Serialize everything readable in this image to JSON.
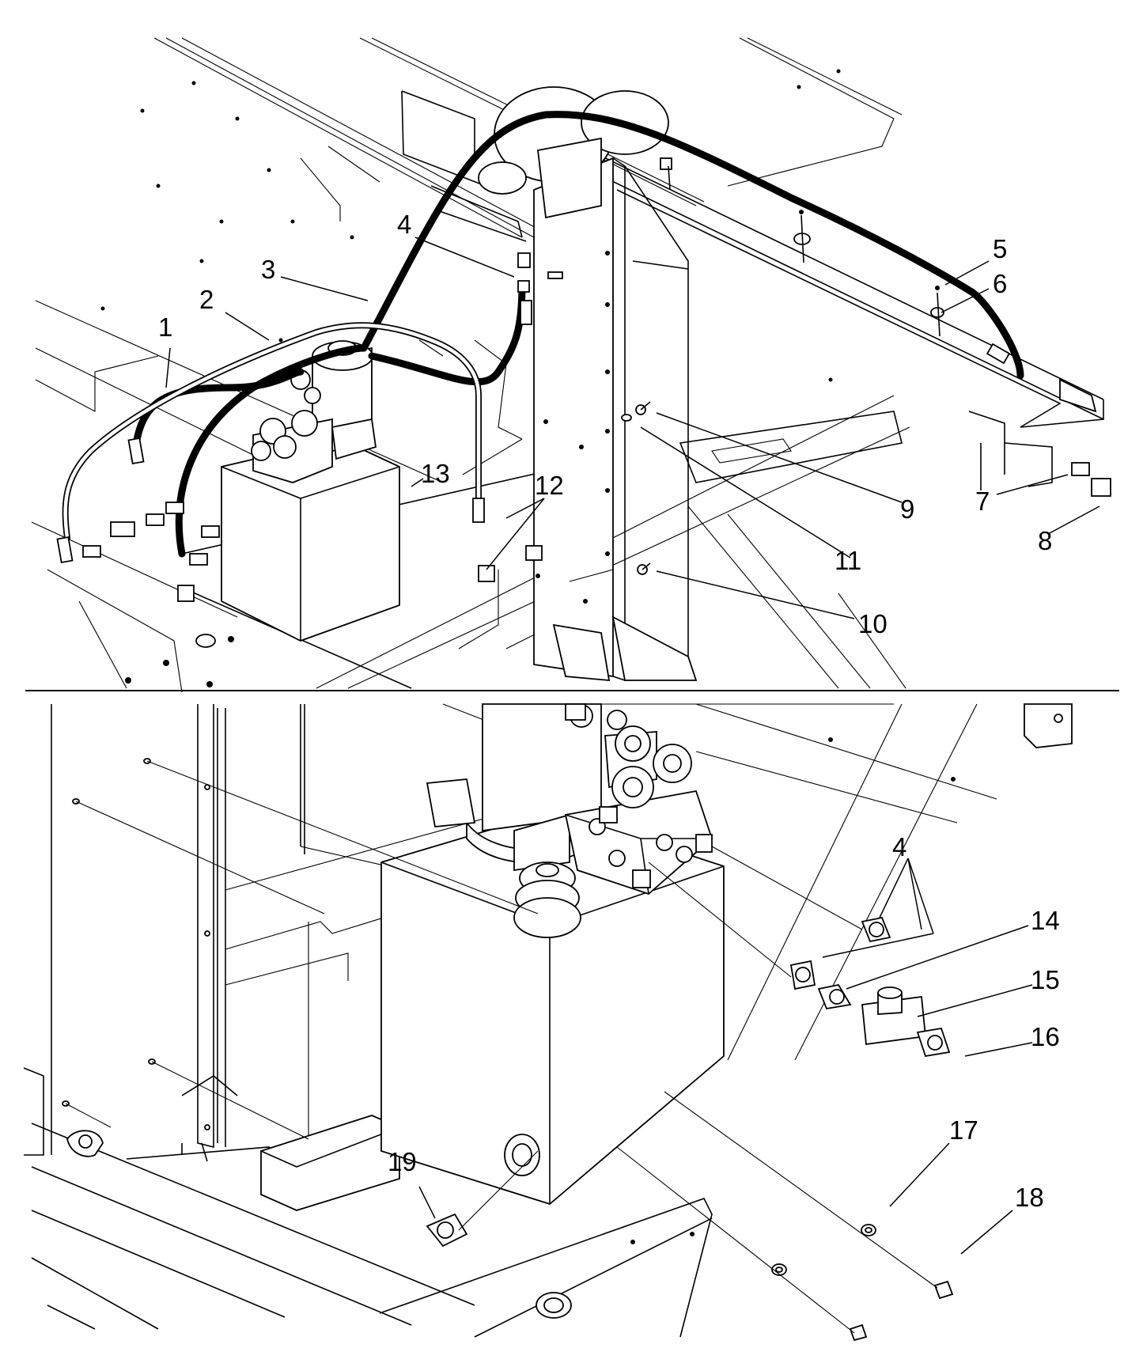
{
  "diagram": {
    "upper_view": {
      "callouts": [
        {
          "id": "c1",
          "text": "1"
        },
        {
          "id": "c2",
          "text": "2"
        },
        {
          "id": "c3",
          "text": "3"
        },
        {
          "id": "c4",
          "text": "4"
        },
        {
          "id": "c5",
          "text": "5"
        },
        {
          "id": "c6",
          "text": "6"
        },
        {
          "id": "c7",
          "text": "7"
        },
        {
          "id": "c8",
          "text": "8"
        },
        {
          "id": "c9",
          "text": "9"
        },
        {
          "id": "c10",
          "text": "10"
        },
        {
          "id": "c11",
          "text": "11"
        },
        {
          "id": "c12",
          "text": "12"
        },
        {
          "id": "c13",
          "text": "13"
        }
      ]
    },
    "lower_view": {
      "callouts": [
        {
          "id": "d4",
          "text": "4"
        },
        {
          "id": "d14",
          "text": "14"
        },
        {
          "id": "d15",
          "text": "15"
        },
        {
          "id": "d16",
          "text": "16"
        },
        {
          "id": "d17",
          "text": "17"
        },
        {
          "id": "d18",
          "text": "18"
        },
        {
          "id": "d19",
          "text": "19"
        }
      ]
    }
  }
}
